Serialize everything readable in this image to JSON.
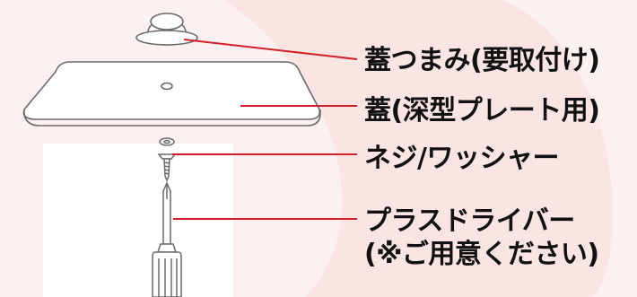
{
  "colors": {
    "background": "#fdf0f0",
    "accent_shape": "#fbe4e4",
    "white_panel": "#ffffff",
    "leader_line": "#d0202a",
    "outline": "#6a6a6a",
    "text": "#111111"
  },
  "parts": {
    "knob": {
      "label": "蓋つまみ(要取付け)",
      "icon": "lid-knob-icon"
    },
    "lid": {
      "label": "蓋(深型プレート用)",
      "icon": "lid-icon"
    },
    "screw": {
      "label": "ネジ/ワッシャー",
      "icon": "screw-washer-icon"
    },
    "screwdriver": {
      "label_line1": "プラスドライバー",
      "label_line2": "(※ご用意ください)",
      "icon": "phillips-screwdriver-icon"
    }
  }
}
